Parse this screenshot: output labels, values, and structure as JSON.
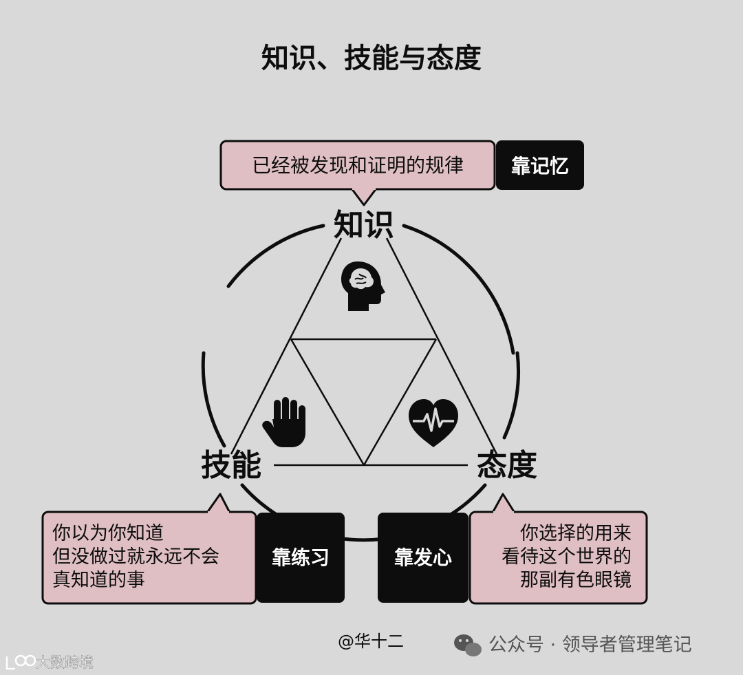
{
  "title": "知识、技能与态度",
  "knowledge": {
    "label": "知识",
    "description": "已经被发现和证明的规律",
    "method": "靠记忆",
    "icon": "brain-head-icon"
  },
  "skill": {
    "label": "技能",
    "description_lines": [
      "你以为你知道",
      "但没做过就永远不会",
      "真知道的事"
    ],
    "method": "靠练习",
    "icon": "hand-icon"
  },
  "attitude": {
    "label": "态度",
    "description_lines": [
      "你选择的用来",
      "看待这个世界的",
      "那副有色眼镜"
    ],
    "method": "靠发心",
    "icon": "heartbeat-icon"
  },
  "author": "@华十二",
  "footer": {
    "wechat": "公众号 · 领导者管理笔记",
    "watermark": "大数跨境"
  },
  "colors": {
    "background": "#d9d9d9",
    "callout_fill": "#dfbfc4",
    "dark": "#0d0d0d"
  }
}
